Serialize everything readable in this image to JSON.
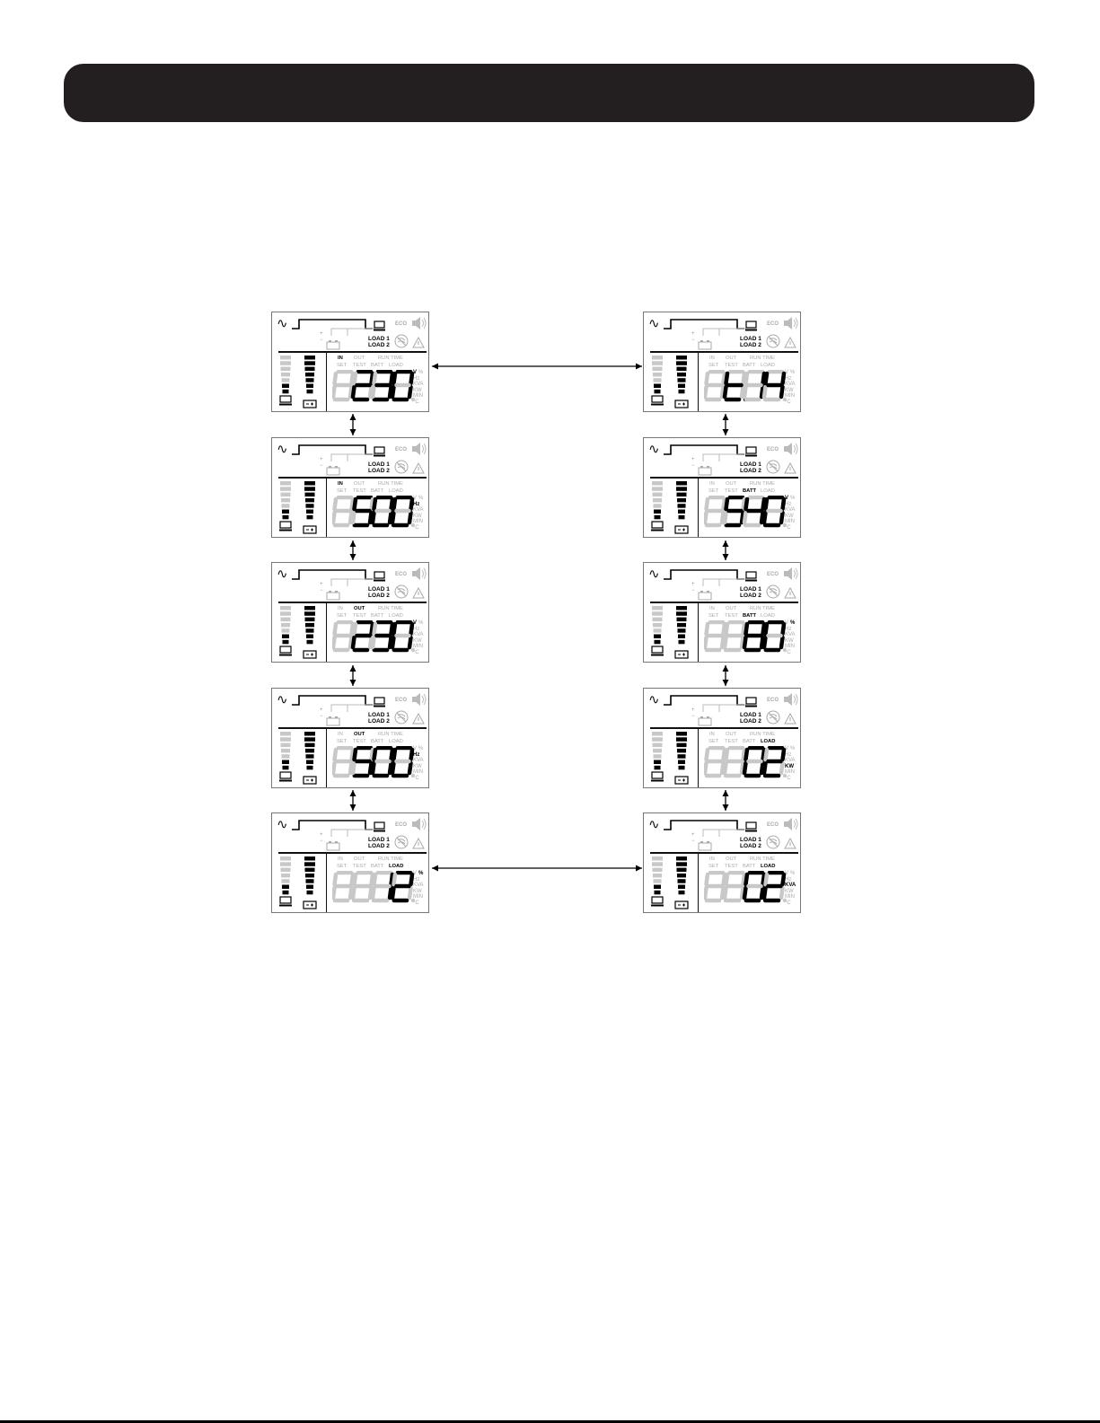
{
  "header": {
    "title": ""
  },
  "lcd_static": {
    "eco_label": "ECO",
    "load1_label": "LOAD 1",
    "load2_label": "LOAD 2",
    "row1_labels": [
      "IN",
      "OUT",
      "RUN TIME"
    ],
    "row2_labels": [
      "SET",
      "TEST",
      "BATT",
      "LOAD"
    ],
    "unit_labels": [
      "V",
      "%",
      "Hz",
      "KVA",
      "KW",
      "MIN",
      "°C"
    ]
  },
  "screens": [
    {
      "id": "L1",
      "value": "230",
      "ind_on": [
        "IN"
      ],
      "unit_on": [
        "V"
      ]
    },
    {
      "id": "L2",
      "value": "50.0",
      "ind_on": [
        "IN"
      ],
      "unit_on": [
        "Hz"
      ]
    },
    {
      "id": "L3",
      "value": "230",
      "ind_on": [
        "OUT"
      ],
      "unit_on": [
        "V"
      ]
    },
    {
      "id": "L4",
      "value": "50.0",
      "ind_on": [
        "OUT"
      ],
      "unit_on": [
        "Hz"
      ]
    },
    {
      "id": "L5",
      "value": "12",
      "ind_on": [
        "LOAD"
      ],
      "unit_on": [
        "%"
      ]
    },
    {
      "id": "R1",
      "value": "t.14",
      "ind_on": [],
      "unit_on": []
    },
    {
      "id": "R2",
      "value": "54.0",
      "ind_on": [
        "BATT"
      ],
      "unit_on": [
        "V"
      ]
    },
    {
      "id": "R3",
      "value": "80",
      "ind_on": [
        "BATT"
      ],
      "unit_on": [
        "%"
      ]
    },
    {
      "id": "R4",
      "value": "0.2",
      "ind_on": [
        "LOAD"
      ],
      "unit_on": [
        "KW"
      ]
    },
    {
      "id": "R5",
      "value": "0.2",
      "ind_on": [
        "LOAD"
      ],
      "unit_on": [
        "KVA"
      ]
    }
  ]
}
